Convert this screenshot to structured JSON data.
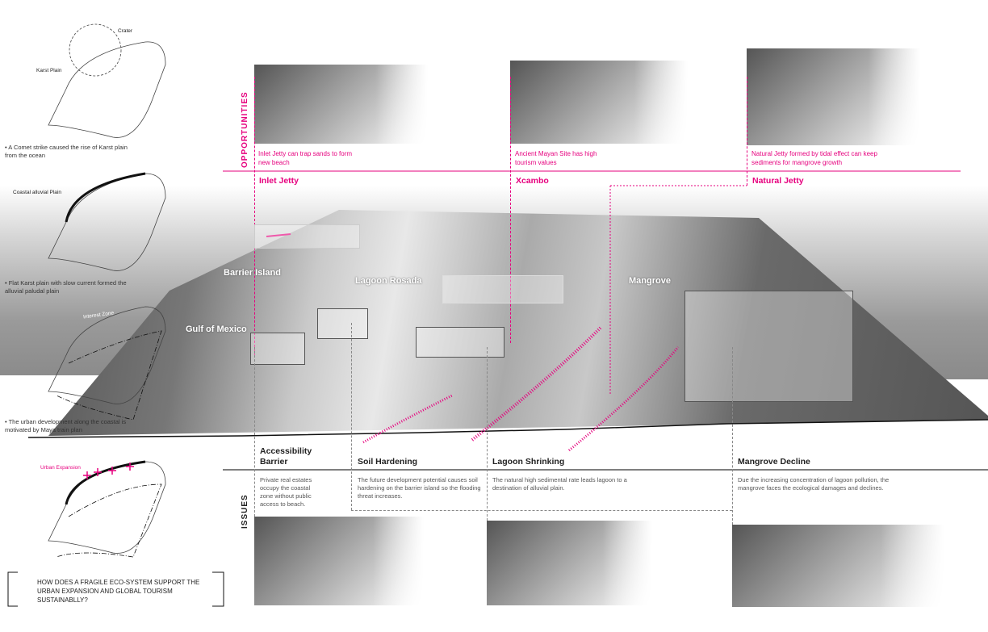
{
  "colors": {
    "accent": "#e6007e",
    "text": "#222222"
  },
  "sidebar": {
    "maps": [
      {
        "labels": [
          "Crater",
          "Karst Plain"
        ],
        "caption": "A Comet strike caused the rise of Karst plain from the ocean"
      },
      {
        "labels": [
          "Coastal alluvial Plain"
        ],
        "caption": "Flat Karst plain with slow current formed the alluvial paludal plain"
      },
      {
        "labels": [
          "Interest Zone"
        ],
        "caption": "The urban development along the coastal is motivated by Maya train plan"
      },
      {
        "labels": [
          "Urban Expansion"
        ],
        "caption": ""
      }
    ],
    "question": "HOW DOES A FRAGILE ECO-SYSTEM SUPPORT THE URBAN EXPANSION AND GLOBAL TOURISM SUSTAINABLLY?"
  },
  "opportunities": {
    "heading": "OPPORTUNITIES",
    "items": [
      {
        "title": "Inlet Jetty",
        "text": "Inlet Jetty can trap sands to form new beach"
      },
      {
        "title": "Xcambo",
        "text": "Ancient Mayan Site has high tourism values"
      },
      {
        "title": "Natural Jetty",
        "text": "Natural Jetty formed by tidal effect can keep sediments for mangrove growth"
      }
    ]
  },
  "places": [
    "Barrier Island",
    "Lagoon Rosada",
    "Mangrove",
    "Gulf of Mexico"
  ],
  "issues": {
    "heading": "ISSUES",
    "items": [
      {
        "title": "Accessibility Barrier",
        "text": "Private real estates occupy the coastal zone without public access to beach."
      },
      {
        "title": "Soil Hardening",
        "text": "The future development potential causes soil hardening on the barrier island so the flooding threat increases."
      },
      {
        "title": "Lagoon Shrinking",
        "text": "The natural high sedimental rate leads lagoon to a destination of alluvial plain."
      },
      {
        "title": "Mangrove Decline",
        "text": "Due the increasing concentration of lagoon pollution, the mangrove faces the ecological damages and declines."
      }
    ]
  }
}
